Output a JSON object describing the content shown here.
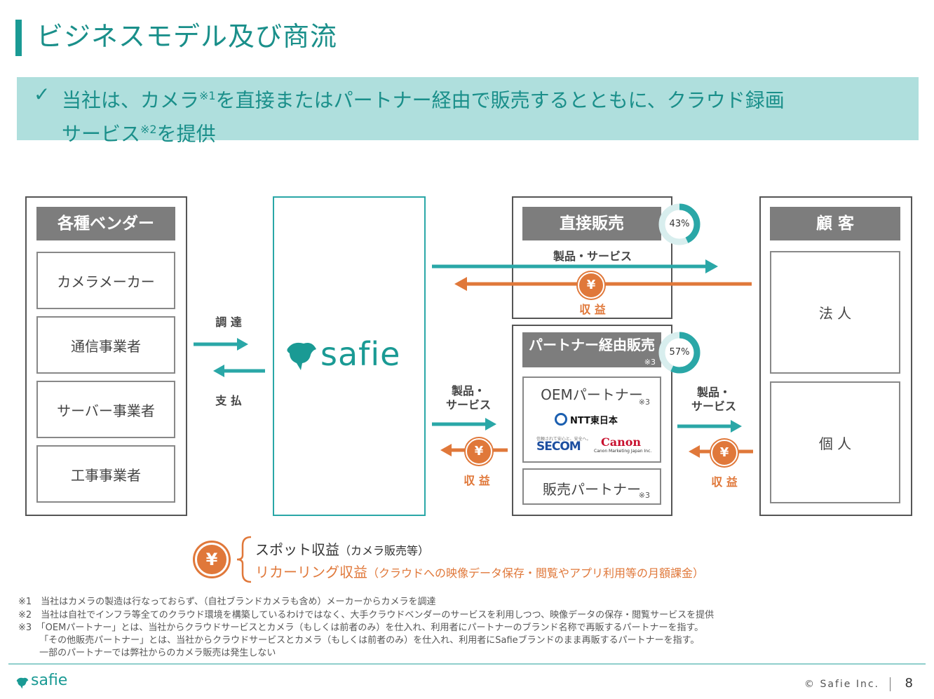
{
  "title": "ビジネスモデル及び商流",
  "banner": {
    "check": "✓",
    "line1_a": "当社は、カメラ",
    "line1_sup": "※1",
    "line1_b": "を直接またはパートナー経由で販売するとともに、クラウド録画",
    "line2_a": "サービス",
    "line2_sup": "※2",
    "line2_b": "を提供"
  },
  "vendors": {
    "header": "各種ベンダー",
    "items": [
      "カメラメーカー",
      "通信事業者",
      "サーバー事業者",
      "工事事業者"
    ]
  },
  "flows_left": {
    "top": "調 達",
    "bottom": "支 払"
  },
  "center": {
    "brand": "safie"
  },
  "direct": {
    "header": "直接販売",
    "share": "43%",
    "share_value": 43,
    "products": "製品・サービス",
    "revenue": "収 益",
    "yen": "¥"
  },
  "partner": {
    "header": "パートナー経由販売",
    "header_note": "※3",
    "share": "57%",
    "share_value": 57,
    "oem": "OEMパートナー",
    "oem_note": "※3",
    "logos": [
      "NTT東日本",
      "SECOM",
      "Canon",
      "Canon Marketing Japan Inc."
    ],
    "secom_tagline": "信頼されて安心と、安全へ。",
    "sales": "販売パートナー",
    "sales_note": "※3"
  },
  "flows_mid": {
    "products_l1": "製品・",
    "products_l2": "サービス",
    "revenue": "収 益"
  },
  "flows_right": {
    "products_l1": "製品・",
    "products_l2": "サービス",
    "revenue": "収 益"
  },
  "customers": {
    "header": "顧 客",
    "items": [
      "法 人",
      "個 人"
    ]
  },
  "legend": {
    "yen": "¥",
    "spot": "スポット収益",
    "spot_note": "（カメラ販売等）",
    "recurring": "リカーリング収益",
    "recurring_note": "（クラウドへの映像データ保存・閲覧やアプリ利用等の月額課金）"
  },
  "notes": [
    "※1　当社はカメラの製造は行なっておらず、（自社ブランドカメラも含め）メーカーからカメラを調達",
    "※2　当社は自社でインフラ等全てのクラウド環境を構築しているわけではなく、大手クラウドベンダーのサービスを利用しつつ、映像データの保存・閲覧サービスを提供",
    "※3　「OEMパートナー」とは、当社からクラウドサービスとカメラ（もしくは前者のみ）を仕入れ、利用者にパートナーのブランド名称で再販するパートナーを指す。",
    "　　 「その他販売パートナー」とは、当社からクラウドサービスとカメラ（もしくは前者のみ）を仕入れ、利用者にSafieブランドのまま再販するパートナーを指す。",
    "　　 一部のパートナーでは弊社からのカメラ販売は発生しない"
  ],
  "footer": {
    "brand": "safie",
    "copyright": "© Safie Inc.",
    "page": "8"
  },
  "colors": {
    "teal": "#2aa7a7",
    "orange": "#e0783a",
    "gray": "#7d7d7d"
  }
}
